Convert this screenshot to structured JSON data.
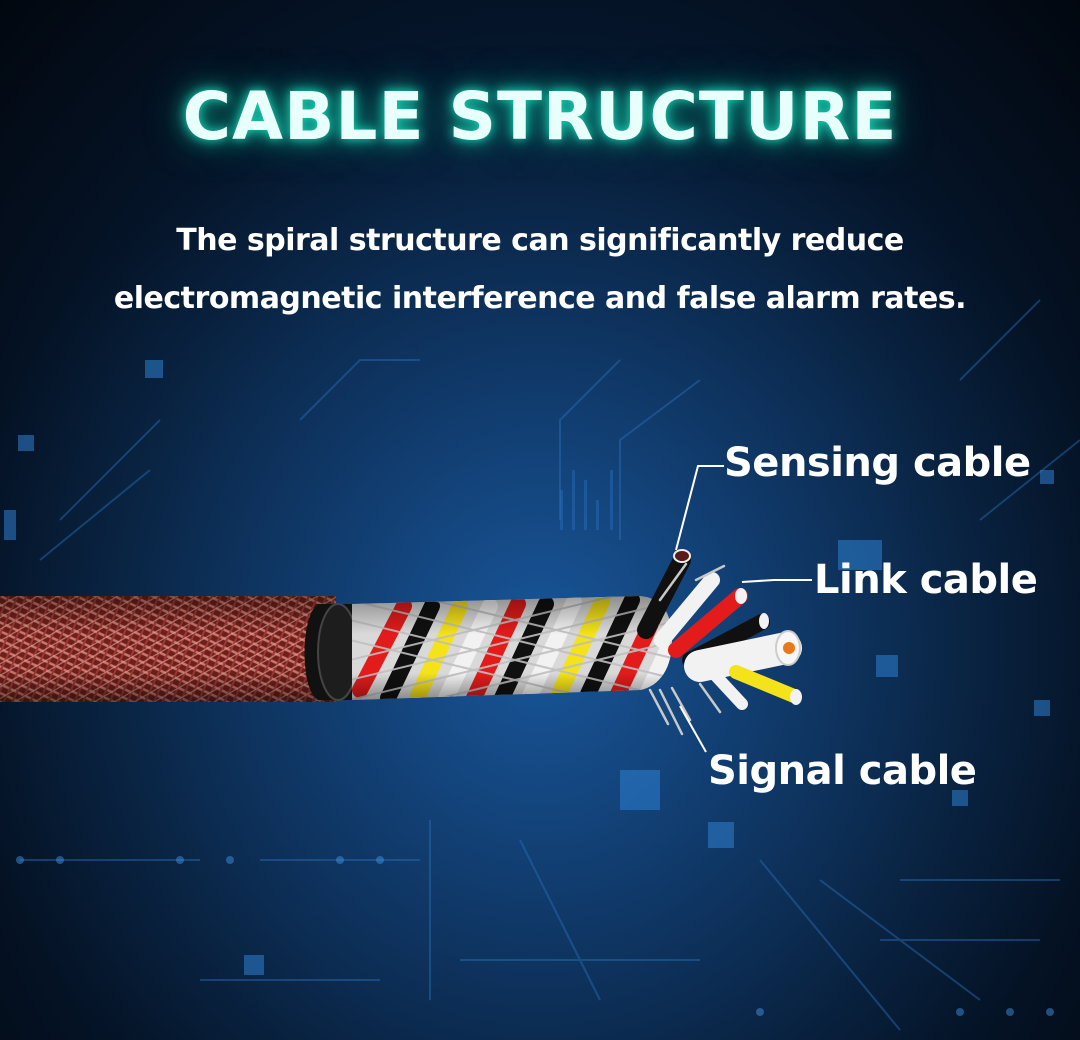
{
  "header": {
    "title": "CABLE STRUCTURE",
    "subtitle_line1": "The spiral structure can significantly reduce",
    "subtitle_line2": "electromagnetic interference and false alarm rates."
  },
  "diagram": {
    "labels": {
      "sensing": "Sensing cable",
      "link": "Link cable",
      "signal": "Signal cable"
    }
  },
  "colors": {
    "title_glow": "#1bd6b8",
    "background": "#061a33",
    "sheath": "#8a2a26",
    "wire_red": "#e31b1b",
    "wire_yellow": "#f4e21a",
    "wire_black": "#101010",
    "wire_white": "#f2f2f2",
    "core_orange": "#e8781a"
  }
}
